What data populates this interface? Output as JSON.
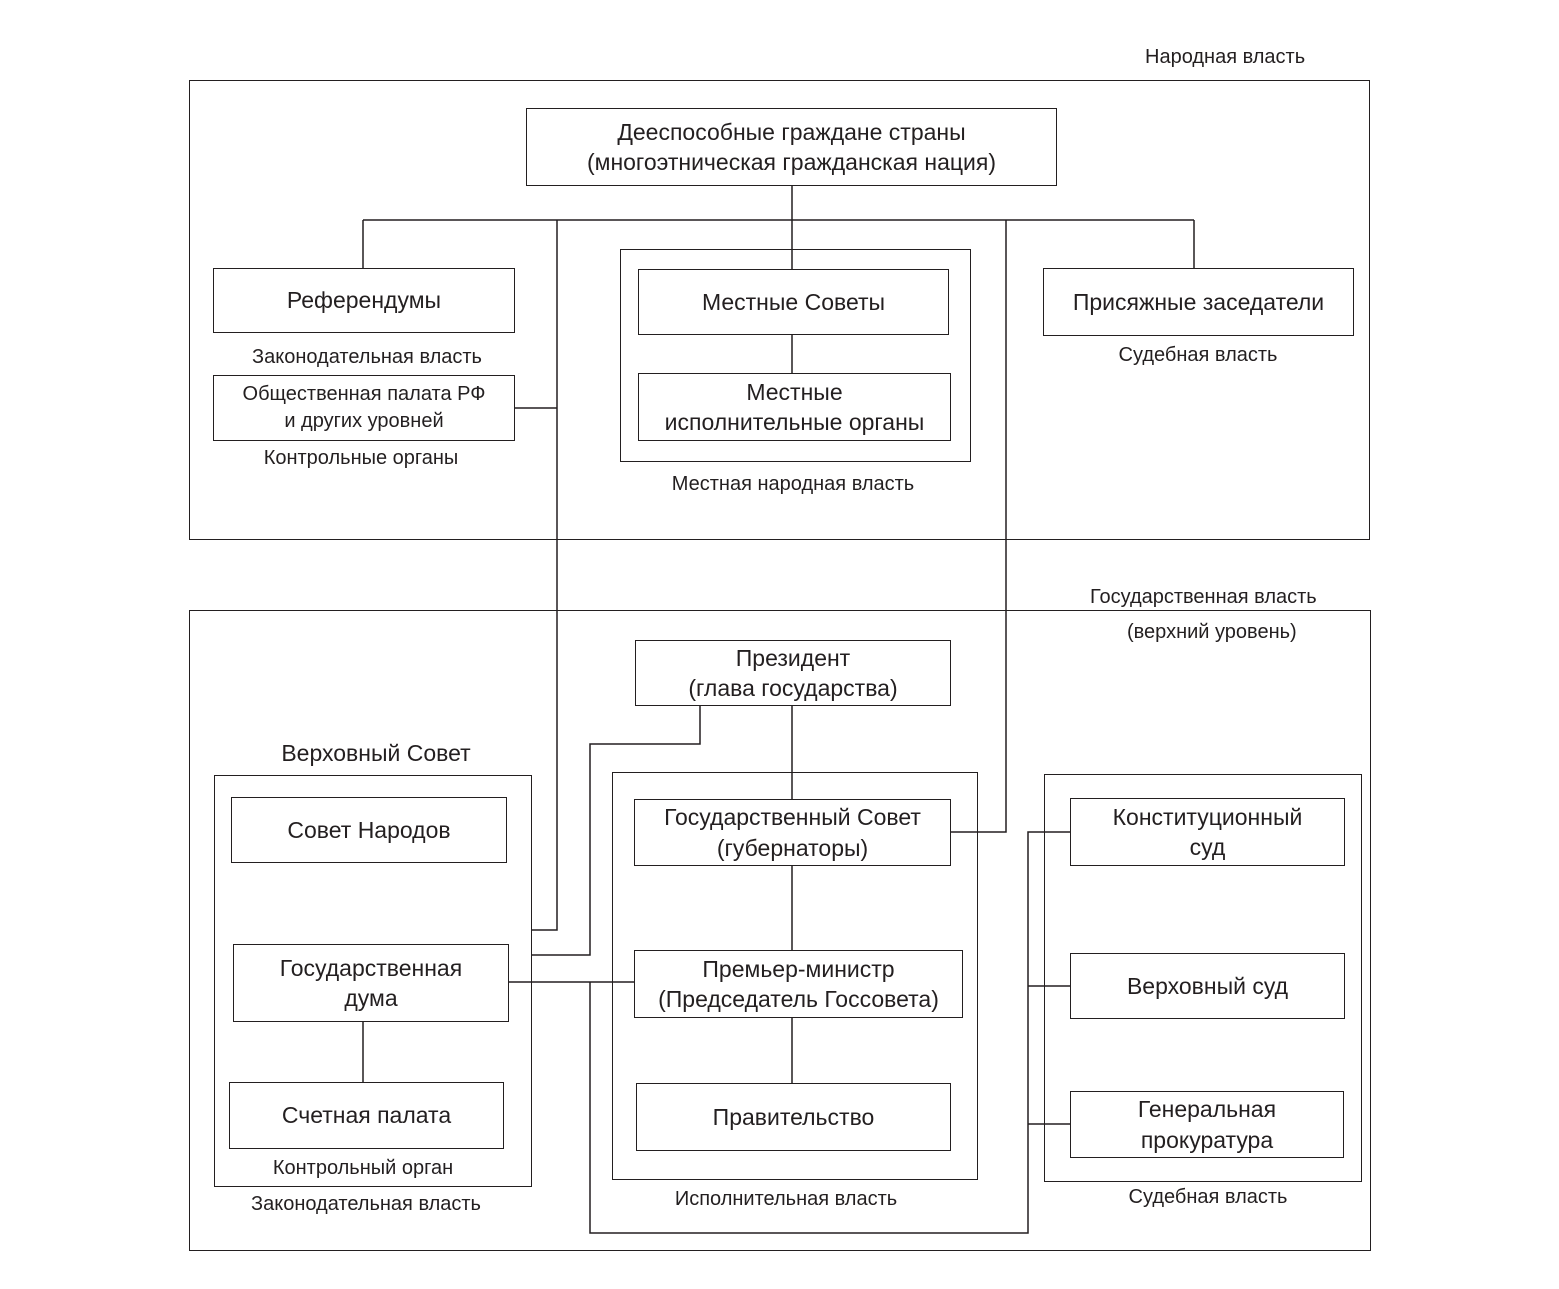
{
  "colors": {
    "stroke": "#231f20",
    "background": "#ffffff"
  },
  "people_power": {
    "label": "Народная власть",
    "citizens": {
      "line1": "Дееспособные граждане страны",
      "line2": "(многоэтническая гражданская нация)"
    },
    "referendums": "Референдумы",
    "legislative_label": "Законодательная власть",
    "public_chamber": {
      "line1": "Общественная палата РФ",
      "line2": "и других уровней"
    },
    "control_label": "Контрольные органы",
    "local_councils": "Местные Советы",
    "local_executive": {
      "line1": "Местные",
      "line2": "исполнительные органы"
    },
    "local_power_label": "Местная народная власть",
    "jurors": "Присяжные заседатели",
    "judicial_label": "Судебная власть"
  },
  "state_power": {
    "label_line1": "Государственная власть",
    "label_line2": "(верхний уровень)",
    "president": {
      "line1": "Президент",
      "line2": "(глава государства)"
    },
    "supreme_council_title": "Верховный Совет",
    "council_of_peoples": "Совет Народов",
    "state_duma": {
      "line1": "Государственная",
      "line2": "дума"
    },
    "accounts_chamber": "Счетная палата",
    "control_body_label": "Контрольный орган",
    "legislative_label": "Законодательная власть",
    "state_council": {
      "line1": "Государственный Совет",
      "line2": "(губернаторы)"
    },
    "prime_minister": {
      "line1": "Премьер-министр",
      "line2": "(Председатель Госсовета)"
    },
    "government": "Правительство",
    "executive_label": "Исполнительная власть",
    "constitutional_court": {
      "line1": "Конституционный",
      "line2": "суд"
    },
    "supreme_court": "Верховный суд",
    "prosecutor_general": {
      "line1": "Генеральная",
      "line2": "прокуратура"
    },
    "judicial_label": "Судебная власть"
  }
}
